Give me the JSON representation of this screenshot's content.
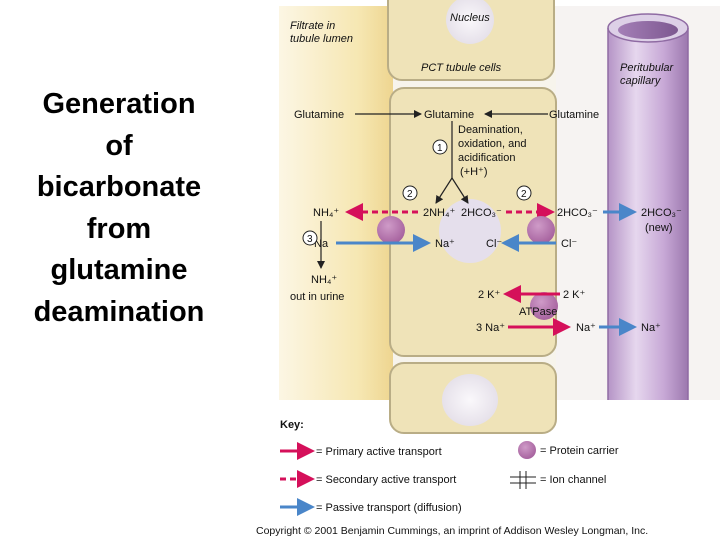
{
  "title_lines": [
    "Generation",
    "of",
    "bicarbonate",
    "from",
    "glutamine",
    "deamination"
  ],
  "diagram": {
    "region_filtrate": [
      "Filtrate in",
      "tubule lumen"
    ],
    "nucleus": "Nucleus",
    "pct_cells": "PCT tubule cells",
    "capillary": [
      "Peritubular",
      "capillary"
    ],
    "glutamine_left": "Glutamine",
    "glutamine_mid": "Glutamine",
    "glutamine_right": "Glutamine",
    "step1_marker": "1",
    "step1_text": [
      "Deamination,",
      "oxidation, and",
      "acidification",
      "(+H⁺)"
    ],
    "step2_left_marker": "2",
    "step2_right_marker": "2",
    "step3_marker": "3",
    "nh4_cell": "2NH₄⁺",
    "hco3_cell": "2HCO₃⁻",
    "nh4_lumen": "NH₄⁺",
    "hco3_interstitial": "2HCO₃⁻",
    "hco3_blood": "2HCO₃⁻",
    "hco3_new": "(new)",
    "na_lumen": "Na",
    "na_cell": "Na⁺",
    "cl_cell": "Cl⁻",
    "cl_interstitial": "Cl⁻",
    "nh4_urine": "NH₄⁺",
    "out_in_urine": "out in urine",
    "k_cell": "2 K⁺",
    "k_interstitial": "2 K⁺",
    "atpase": "ATPase",
    "na3_cell": "3 Na⁺",
    "na_interstitial": "Na⁺",
    "na_blood": "Na⁺"
  },
  "key": {
    "heading": "Key:",
    "primary": "= Primary active transport",
    "secondary": "= Secondary active transport",
    "passive": "= Passive transport (diffusion)",
    "carrier": "= Protein carrier",
    "channel": "= Ion channel"
  },
  "copyright": "Copyright © 2001 Benjamin Cummings, an imprint of Addison Wesley Longman, Inc.",
  "colors": {
    "primary_arrow": "#d5105a",
    "passive_arrow": "#4a86c9",
    "carrier": "#b071a9",
    "capillary": "#c9a8d6",
    "cell": "#efe3b8",
    "cell_border": "#b9ad86"
  }
}
